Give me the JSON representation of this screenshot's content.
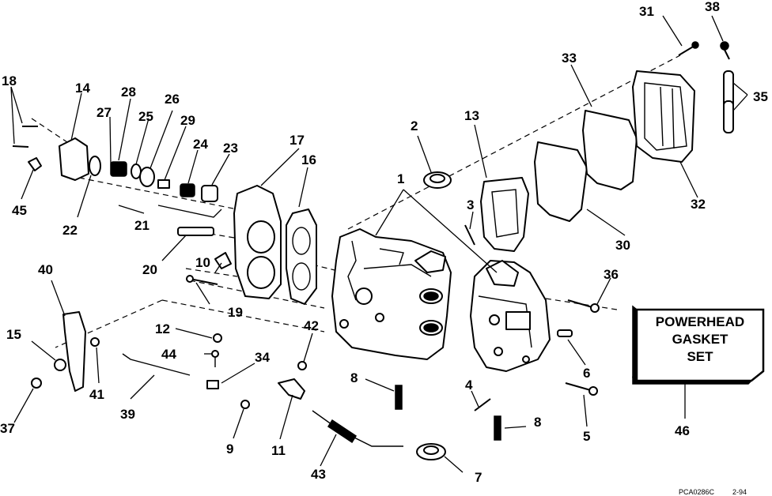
{
  "callouts": {
    "c1": "1",
    "c2": "2",
    "c3": "3",
    "c4": "4",
    "c5": "5",
    "c6": "6",
    "c7": "7",
    "c8a": "8",
    "c8b": "8",
    "c9": "9",
    "c10": "10",
    "c11": "11",
    "c12": "12",
    "c13": "13",
    "c14": "14",
    "c15": "15",
    "c16": "16",
    "c17": "17",
    "c18": "18",
    "c19": "19",
    "c20": "20",
    "c21": "21",
    "c22": "22",
    "c23": "23",
    "c24": "24",
    "c25": "25",
    "c26": "26",
    "c27": "27",
    "c28": "28",
    "c29": "29",
    "c30": "30",
    "c31": "31",
    "c32": "32",
    "c33": "33",
    "c34": "34",
    "c35": "35",
    "c36": "36",
    "c37": "37",
    "c38": "38",
    "c39": "39",
    "c40": "40",
    "c41": "41",
    "c42": "42",
    "c43": "43",
    "c44": "44",
    "c45": "45",
    "c46": "46"
  },
  "gasket_set": {
    "line1": "POWERHEAD",
    "line2": "GASKET",
    "line3": "SET"
  },
  "footer": {
    "code": "PCA0286C",
    "date": "2-94"
  }
}
